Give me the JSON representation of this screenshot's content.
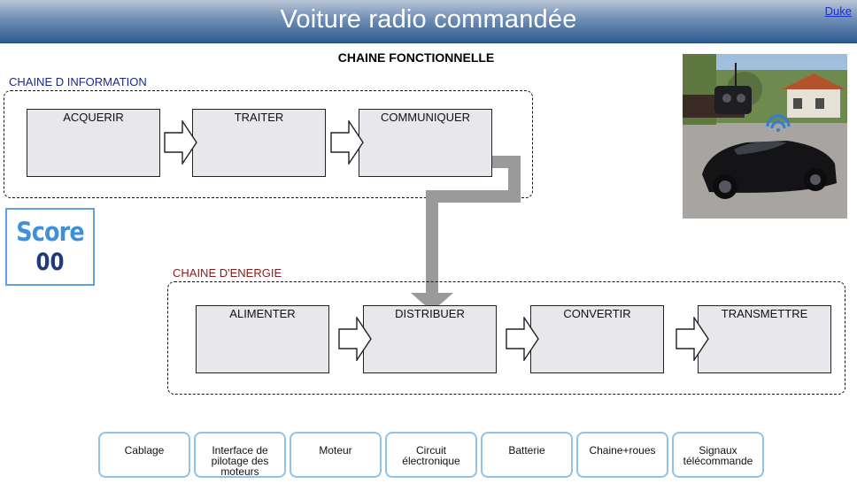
{
  "header": {
    "title": "Voiture radio commandée",
    "user_link": "Duke"
  },
  "subtitle": "CHAINE FONCTIONNELLE",
  "info_chain": {
    "label": "CHAINE D INFORMATION",
    "blocks": [
      "ACQUERIR",
      "TRAITER",
      "COMMUNIQUER"
    ]
  },
  "energy_chain": {
    "label": "CHAINE D'ENERGIE",
    "blocks": [
      "ALIMENTER",
      "DISTRIBUER",
      "CONVERTIR",
      "TRANSMETTRE"
    ]
  },
  "score": {
    "label": "Score",
    "value": "00"
  },
  "cards": [
    "Cablage",
    "Interface de pilotage des moteurs",
    "Moteur",
    "Circuit électronique",
    "Batterie",
    "Chaine+roues",
    "Signaux télécommande"
  ],
  "colors": {
    "header_gradient_top": "#b8c6d6",
    "header_gradient_bottom": "#2e5d93",
    "info_label": "#1a2a8a",
    "energy_label": "#8a1c1c",
    "box_fill": "#e8e8ec",
    "card_border": "#8fc3ea",
    "score_label": "#3f8fd9",
    "score_value": "#1f3c77",
    "connector": "#9a9a9a"
  }
}
